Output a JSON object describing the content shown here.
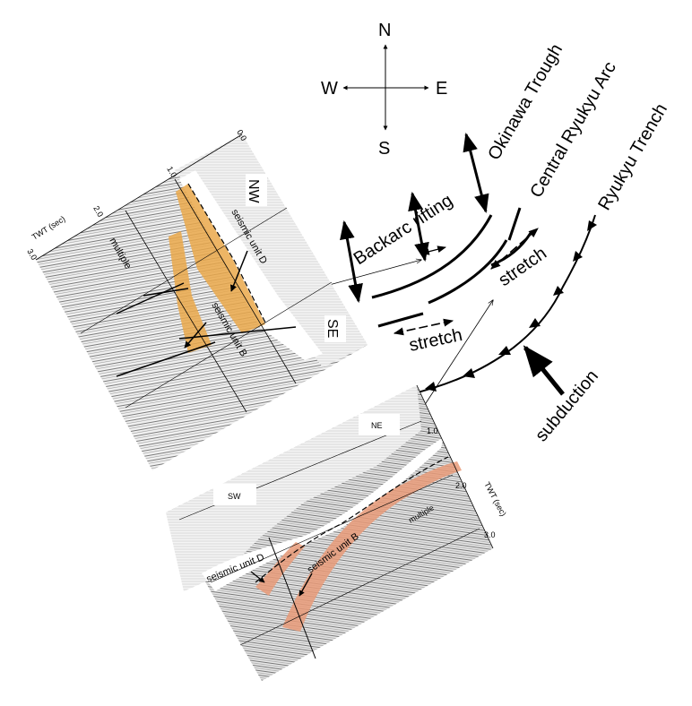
{
  "compass": {
    "north": "N",
    "south": "S",
    "east": "E",
    "west": "W"
  },
  "tectonics": {
    "okinawa_trough": "Okinawa Trough",
    "central_ryukyu_arc": "Central Ryukyu Arc",
    "ryukyu_trench": "Ryukyu Trench",
    "backarc_rifting": "Backarc rifting",
    "stretch": "stretch",
    "subduction": "subduction"
  },
  "profile_nw_se": {
    "nw_label": "NW",
    "se_label": "SE",
    "axis_label": "TWT (sec)",
    "ticks": [
      "0.0",
      "1.0",
      "2.0",
      "3.0"
    ],
    "unit_d": "seismic unit D",
    "unit_b": "seismic unit B",
    "multiple": "multiple",
    "fill_color": "#eaa84a"
  },
  "profile_sw_ne": {
    "sw_label": "SW",
    "ne_label": "NE",
    "axis_label": "TWT (sec)",
    "ticks": [
      "1.0",
      "2.0",
      "3.0"
    ],
    "unit_d": "seismic unit D",
    "unit_b": "seismic unit B",
    "multiple": "multiple",
    "fill_color": "#e89a78"
  }
}
